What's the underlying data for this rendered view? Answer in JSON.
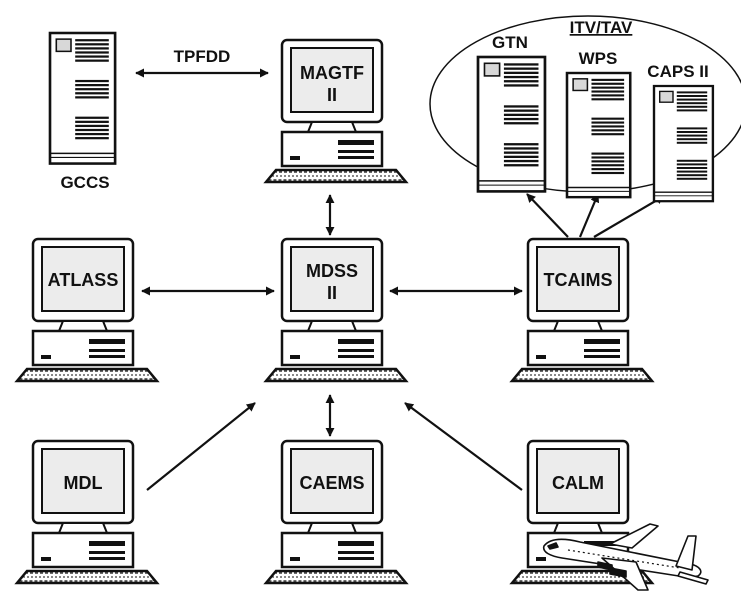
{
  "colors": {
    "stroke": "#111111",
    "screen": "#e6e6e6",
    "case": "#ffffff",
    "rack_fill": "#d8d8d8"
  },
  "nodes": {
    "magtf": {
      "line1": "MAGTF",
      "line2": "II",
      "icon": "desktop-computer-icon"
    },
    "mdss": {
      "line1": "MDSS",
      "line2": "II",
      "icon": "desktop-computer-icon"
    },
    "atlass": {
      "label": "ATLASS",
      "icon": "desktop-computer-icon"
    },
    "tcaims": {
      "label": "TCAIMS",
      "icon": "desktop-computer-icon"
    },
    "mdl": {
      "label": "MDL",
      "icon": "desktop-computer-icon"
    },
    "caems": {
      "label": "CAEMS",
      "icon": "desktop-computer-icon"
    },
    "calm": {
      "label": "CALM",
      "icon": "desktop-computer-icon"
    },
    "gccs": {
      "label": "GCCS",
      "icon": "server-tower-icon"
    },
    "gtn": {
      "label": "GTN",
      "icon": "server-tower-icon"
    },
    "wps": {
      "label": "WPS",
      "icon": "server-tower-icon"
    },
    "caps": {
      "label": "CAPS II",
      "icon": "server-tower-icon"
    }
  },
  "labels": {
    "tpfdd": "TPFDD",
    "itv_tav": "ITV/TAV"
  },
  "icons": {
    "airplane": "airplane-icon"
  }
}
